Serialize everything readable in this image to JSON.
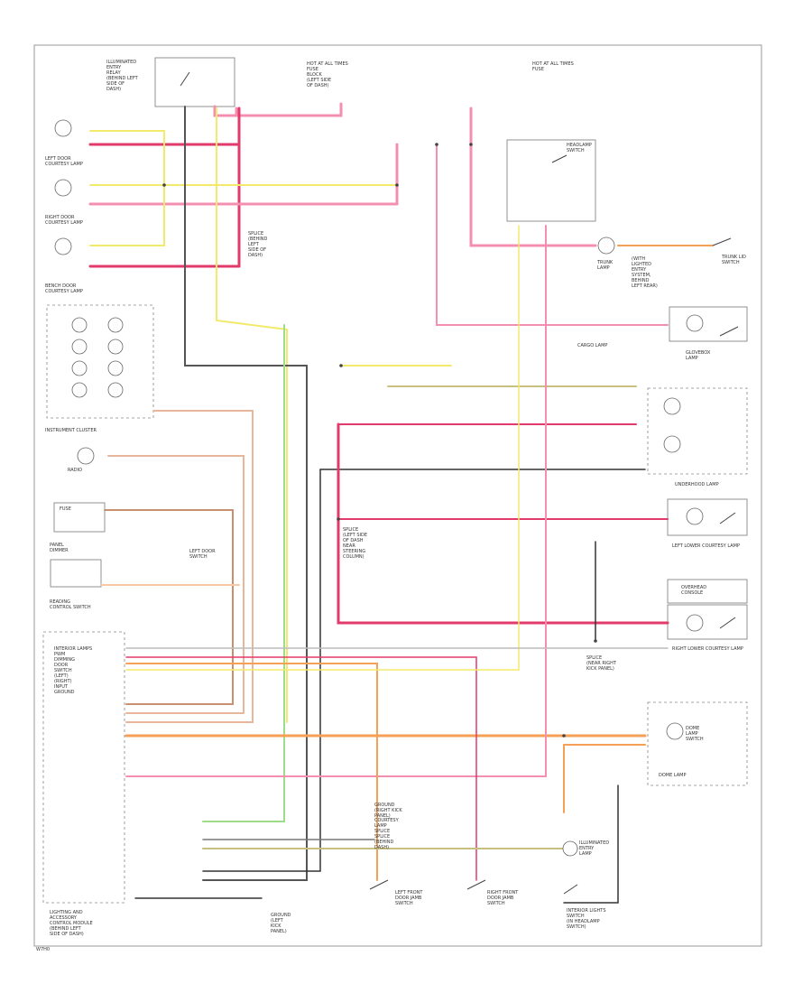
{
  "diagram": {
    "footer_code": "W7H0",
    "colors": {
      "pink": "#f48fb1",
      "red": "#e23a6b",
      "yellow": "#f2ea6a",
      "orange": "#f5a056",
      "tan": "#e8b79b",
      "green": "#9edc8c",
      "olive": "#c8c080",
      "gray": "#555555",
      "black": "#222222"
    },
    "labels": {
      "top_left_module": [
        "ILLUMINATED",
        "ENTRY",
        "RELAY",
        "(BEHIND LEFT",
        "SIDE OF",
        "DASH)"
      ],
      "top_center": [
        "HOT AT ALL TIMES",
        "FUSE",
        "BLOCK",
        "(LEFT SIDE",
        "OF DASH)"
      ],
      "top_right": [
        "HOT AT ALL TIMES",
        "FUSE"
      ],
      "headlamp_switch": [
        "HEADLAMP",
        "SWITCH"
      ],
      "left_door": [
        "LEFT DOOR",
        "COURTESY LAMP"
      ],
      "right_door": [
        "RIGHT DOOR",
        "COURTESY LAMP"
      ],
      "bench_lamp": [
        "BENCH DOOR",
        "COURTESY LAMP"
      ],
      "splice": [
        "SPLICE",
        "(BEHIND",
        "LEFT",
        "SIDE OF",
        "DASH)"
      ],
      "trunk_lamp": [
        "TRUNK",
        "LAMP"
      ],
      "trunk_lid": [
        "TRUNK LID",
        "SWITCH"
      ],
      "trunk_note": [
        "(WITH",
        "LIGHTED",
        "ENTRY",
        "SYSTEM,",
        "BEHIND",
        "LEFT REAR)"
      ],
      "glovebox_lamp": [
        "GLOVEBOX",
        "LAMP"
      ],
      "underhood_lamp": [
        "UNDERHOOD LAMP"
      ],
      "cargo_lamp": [
        "CARGO LAMP"
      ],
      "instrument_cluster": [
        "INSTRUMENT CLUSTER"
      ],
      "radio": [
        "RADIO"
      ],
      "fuse_block2": [
        "FUSE"
      ],
      "panel_dimmer": [
        "PANEL",
        "DIMMER"
      ],
      "reading": [
        "READING",
        "CONTROL SWITCH"
      ],
      "left_door_switch_wire": [
        "LEFT DOOR",
        "SWITCH"
      ],
      "left_lower_courtesy": [
        "LEFT LOWER COURTESY LAMP"
      ],
      "right_lower_courtesy": [
        "RIGHT LOWER COURTESY LAMP"
      ],
      "splice_center": [
        "SPLICE",
        "(LEFT SIDE",
        "OF DASH",
        "NEAR",
        "STEERING",
        "COLUMN)"
      ],
      "right_splice": [
        "SPLICE",
        "(NEAR RIGHT",
        "KICK PANEL)"
      ],
      "ground_right": [
        "GROUND",
        "(RIGHT KICK",
        "PANEL)"
      ],
      "control_module_pins": [
        "INTERIOR LAMPS",
        "PWM",
        "DIMMING",
        "DOOR",
        "SWITCH",
        "(LEFT)",
        "(RIGHT)",
        "INPUT",
        "GROUND"
      ],
      "module_title": [
        "LIGHTING AND",
        "ACCESSORY",
        "CONTROL MODULE",
        "(BEHIND LEFT",
        "SIDE OF DASH)"
      ],
      "left_front_door": [
        "LEFT FRONT",
        "DOOR JAMB",
        "SWITCH"
      ],
      "right_front_door": [
        "RIGHT FRONT",
        "DOOR JAMB",
        "SWITCH"
      ],
      "courtesy_splice": [
        "COURTESY",
        "LAMP",
        "SPLICE",
        "SPLICE",
        "(BEHIND",
        "DASH)"
      ],
      "dome_lamp": [
        "DOME LAMP"
      ],
      "illum_switch": [
        "ILLUMINATED",
        "ENTRY",
        "LAMP"
      ],
      "ground_left": [
        "GROUND",
        "(LEFT",
        "KICK",
        "PANEL)"
      ],
      "interior_light_sw": [
        "INTERIOR LIGHTS",
        "SWITCH",
        "(IN HEADLAMP",
        "SWITCH)"
      ],
      "dome_switch": [
        "DOME",
        "LAMP",
        "SWITCH"
      ],
      "overhead_console": [
        "OVERHEAD",
        "CONSOLE"
      ]
    }
  }
}
